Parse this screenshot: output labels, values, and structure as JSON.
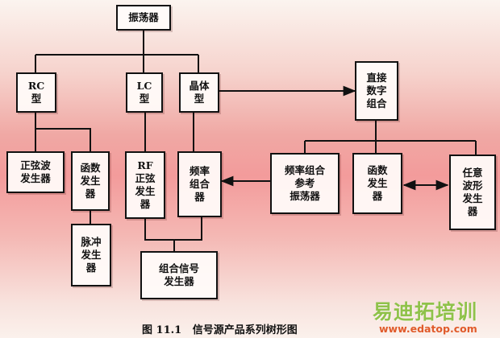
{
  "diagram": {
    "nodes": {
      "oscillator": "振荡器",
      "rc": "RC\n型",
      "lc": "LC\n型",
      "crystal": "晶体\n型",
      "digital": "直接\n数字\n组合",
      "sine": "正弦波\n发生器",
      "function1": "函数\n发生\n器",
      "rf": "RF\n正弦\n发生\n器",
      "freq_combo": "频率\n组合\n器",
      "freq_ref": "频率组合\n参考\n振荡器",
      "function2": "函数\n发生\n器",
      "arb": "任意\n波形\n发生\n器",
      "pulse": "脉冲\n发生\n器",
      "combo_signal": "组合信号\n发生器"
    },
    "caption": "图 11.1   信号源产品系列树形图"
  },
  "watermark": {
    "logo": "易迪拓培训",
    "url": "www.edatop.com"
  }
}
